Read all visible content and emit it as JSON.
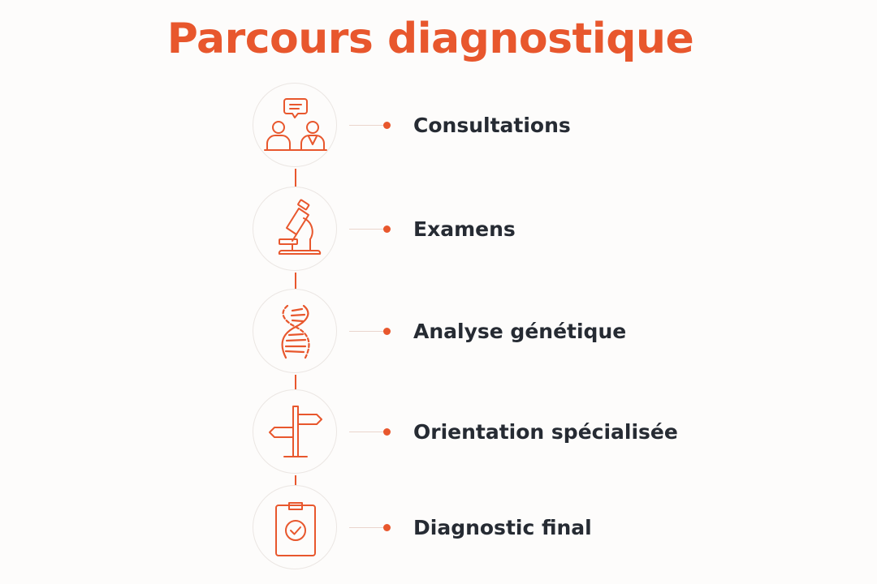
{
  "title": "Parcours diagnostique",
  "colors": {
    "accent": "#e8572d",
    "text": "#262b33",
    "circle_border": "#ebe6e3",
    "background": "#fdfcfb"
  },
  "steps": [
    {
      "label": "Consultations",
      "icon": "consultation-people-icon"
    },
    {
      "label": "Examens",
      "icon": "microscope-icon"
    },
    {
      "label": "Analyse génétique",
      "icon": "dna-helix-icon"
    },
    {
      "label": "Orientation spécialisée",
      "icon": "signpost-icon"
    },
    {
      "label": "Diagnostic final",
      "icon": "clipboard-check-icon"
    }
  ]
}
